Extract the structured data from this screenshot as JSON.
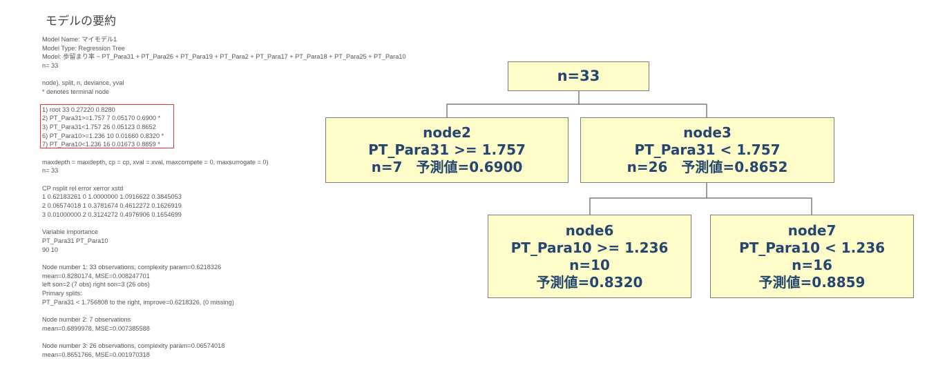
{
  "page_title": "モデルの要約",
  "summary_lines": [
    "Model Name: マイモデル1",
    "Model Type: Regression Tree",
    "Model: 歩留まり率 ~ PT_Para31 + PT_Para26 + PT_Para19 + PT_Para2 + PT_Para17 + PT_Para18 + PT_Para25 + PT_Para10",
    "n= 33",
    "",
    "node), split, n, deviance, yval",
    "* denotes terminal node",
    "",
    "1) root 33 0.27220 0.8280",
    "2) PT_Para31>=1.757 7 0.05170 0.6900 *",
    "3) PT_Para31<1.757 26 0.05123 0.8652",
    "6) PT_Para10>=1.236 10 0.01660 0.8320 *",
    "7) PT_Para10<1.236 16 0.01673 0.8859 *",
    "",
    "maxdepth = maxdepth, cp = cp, xval = xval, maxcompete = 0, maxsurrogate = 0)",
    "n= 33",
    "",
    "CP nsplit rel error xerror xstd",
    "1 0.62183261 0 1.0000000 1.0916622 0.3845053",
    "2 0.06574018 1 0.3781674 0.4612272 0.1626919",
    "3 0.01000000 2 0.3124272 0.4976906 0.1654699",
    "",
    "Variable importance",
    "PT_Para31 PT_Para10",
    "90 10",
    "",
    "Node number 1: 33 observations, complexity param=0.6218326",
    "mean=0.8280174, MSE=0.008247701",
    "left son=2 (7 obs) right son=3 (26 obs)",
    "Primary splits:",
    "PT_Para31 < 1.756808 to the right, improve=0.6218326, (0 missing)",
    "",
    "Node number 2: 7 observations",
    "mean=0.6899978, MSE=0.007385588",
    "",
    "Node number 3: 26 observations, complexity param=0.06574018",
    "mean=0.8651766, MSE=0.001970318"
  ],
  "tree": {
    "root": {
      "line1": "n=33"
    },
    "node2": {
      "line1": "node2",
      "line2": "PT_Para31 >= 1.757",
      "line3": "n=7　予測値=0.6900"
    },
    "node3": {
      "line1": "node3",
      "line2": "PT_Para31 < 1.757",
      "line3": "n=26　予測値=0.8652"
    },
    "node6": {
      "line1": "node6",
      "line2": "PT_Para10 >= 1.236",
      "line3": "n=10",
      "line4": "予測値=0.8320"
    },
    "node7": {
      "line1": "node7",
      "line2": "PT_Para10 < 1.236",
      "line3": "n=16",
      "line4": "予測値=0.8859"
    }
  },
  "colors": {
    "node_fill": "#fefdca",
    "node_border": "#7a7a7a",
    "node_text": "#244670",
    "highlight_border": "#e0343a"
  }
}
